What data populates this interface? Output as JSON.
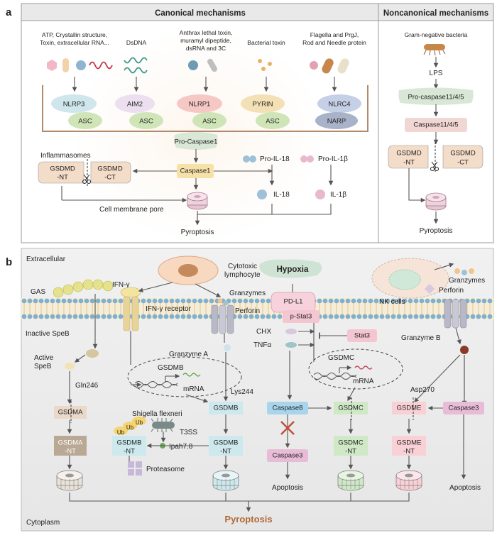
{
  "panel_a": {
    "letter": "a",
    "canonical_title": "Canonical mechanisms",
    "noncanonical_title": "Noncanonical mechanisms",
    "triggers": {
      "nlrp3": "ATP, Crystallin structure,",
      "nlrp3_2": "Toxin, extracellular RNA...",
      "aim2": "DsDNA",
      "nlrp1": "Anthrax lethal toxin,",
      "nlrp1_2": "muramyl dipeptide,",
      "nlrp1_3": "dsRNA and 3C",
      "pyrin": "Bacterial toxin",
      "nlrc4": "Flagella and PrgJ,",
      "nlrc4_2": "Rod and Needle protein"
    },
    "sensors": [
      "NLRP3",
      "AIM2",
      "NLRP1",
      "PYRIN",
      "NLRC4"
    ],
    "adaptors": [
      "ASC",
      "ASC",
      "ASC",
      "ASC",
      "NARP"
    ],
    "pro_caspase1": "Pro-Caspase1",
    "inflammasomes": "Inflammasomes",
    "caspase1": "Caspase1",
    "gsdmd_nt": [
      "GSDMD",
      "-NT"
    ],
    "gsdmd_ct": [
      "GSDMD",
      "-CT"
    ],
    "pro_il18": "Pro-IL-18",
    "pro_il1b": "Pro-IL-1β",
    "il18": "IL-18",
    "il1b": "IL-1β",
    "membrane_pore": "Cell membrane pore",
    "pyroptosis": "Pyroptosis",
    "nc_bacteria": "Gram-negative bacteria",
    "lps": "LPS",
    "pro_caspase1145": "Pro-caspase11/4/5",
    "caspase1145": "Caspase11/4/5",
    "nc_gsdmd_nt": [
      "GSDMD",
      "-NT"
    ],
    "nc_gsdmd_ct": [
      "GSDMD",
      "-CT"
    ],
    "nc_pyroptosis": "Pyroptosis"
  },
  "panel_b": {
    "letter": "b",
    "extracellular": "Extracellular",
    "cytoplasm": "Cytoplasm",
    "gas": "GAS",
    "ifn": "IFN-γ",
    "ifn_receptor": "IFN-γ receptor",
    "ctl": [
      "Cytotoxic",
      "lymphocyte"
    ],
    "granzymes": "Granzymes",
    "perforin": "Perforin",
    "hypoxia": "Hypoxia",
    "nk_cells": "NK cells",
    "granzymes2": "Granzymes",
    "perforin2": "Perforin",
    "pdl1": "PD-L1",
    "pstat3": "p-Stat3",
    "inactive_speb": "Inactive SpeB",
    "active_speb": [
      "Active",
      "SpeB"
    ],
    "gln246": "Gln246",
    "gsdma": "GSDMA",
    "gsdma_nt": [
      "GSDMA",
      "-NT"
    ],
    "gsdmb_box": "GSDMB",
    "mrna": "mRNA",
    "granzyme_a": "Granzyme A",
    "lys244": "Lys244",
    "gsdmb": "GSDMB",
    "shigella": "Shigella flexneri",
    "t3ss": "T3SS",
    "ub": "Ub",
    "ipah": "Ipah7.8",
    "gsdmb_nt_left": [
      "GSDMB",
      "-NT"
    ],
    "proteasome": "Proteasome",
    "gsdmb_nt": [
      "GSDMB",
      "-NT"
    ],
    "chx": "CHX",
    "tnfa": "TNFα",
    "stat3": "Stat3",
    "gsdmc_box": "GSDMC",
    "mrna2": "mRNA",
    "caspase8": "Caspase8",
    "caspase3_mid": "Caspase3",
    "apoptosis_mid": "Apoptosis",
    "gsdmc": "GSDMC",
    "gsdmc_nt": [
      "GSDMC",
      "-NT"
    ],
    "granzyme_b": "Granzyme B",
    "asp270": "Asp270",
    "gsdme": "GSDME",
    "caspase3": "Caspase3",
    "gsdme_nt": [
      "GSDME",
      "-NT"
    ],
    "apoptosis_right": "Apoptosis",
    "pyroptosis": "Pyroptosis"
  },
  "colors": {
    "nlrp3": "#cfe6ec",
    "asc": "#cfe5b8",
    "aim2": "#ece0f0",
    "nlrp1": "#f6c8c5",
    "pyrin": "#f3e0b5",
    "nlrc4": "#c5cfe6",
    "narp": "#a8b2c8",
    "procaspase": "#d9e8d6",
    "caspase1": "#f6e2a8",
    "gsdmd": "#f3dcc8",
    "caspase1145": "#f1d7d4",
    "hypoxia": "#cfe3d4",
    "pyroptosis": "#b06a38",
    "caspase8": "#a8d4ec",
    "stat3": "#f3c6d2",
    "gsdme": "#f8d0d6",
    "gsdmc": "#cfe8c6",
    "gsdmb": "#cde9ee",
    "gsdma": "#ead8c8"
  }
}
